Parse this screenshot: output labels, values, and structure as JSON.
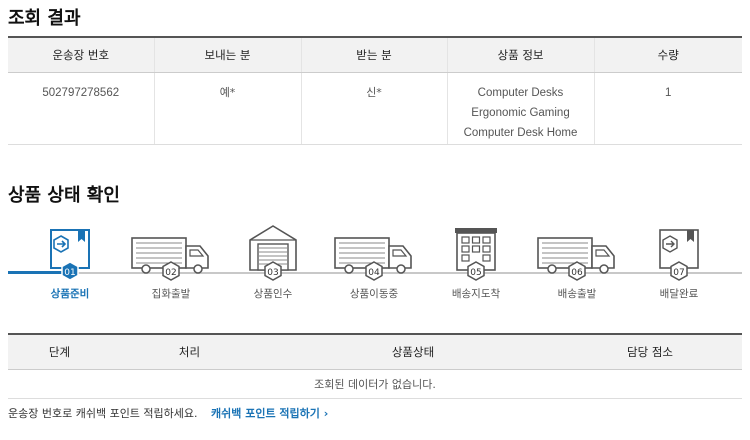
{
  "result": {
    "title": "조회 결과",
    "headers": [
      "운송장 번호",
      "보내는 분",
      "받는 분",
      "상품 정보",
      "수량"
    ],
    "row": {
      "tracking_no": "502797278562",
      "sender": "예*",
      "receiver": "신*",
      "product_lines": [
        "Computer Desks",
        "Ergonomic Gaming",
        "Computer Desk Home"
      ],
      "quantity": "1"
    }
  },
  "status_check": {
    "title": "상품 상태 확인",
    "steps": [
      {
        "num": "01",
        "label": "상품준비",
        "icon": "box-arrow-icon",
        "active": true
      },
      {
        "num": "02",
        "label": "집화출발",
        "icon": "truck-icon",
        "active": false
      },
      {
        "num": "03",
        "label": "상품인수",
        "icon": "warehouse-icon",
        "active": false
      },
      {
        "num": "04",
        "label": "상품이동중",
        "icon": "truck-icon",
        "active": false
      },
      {
        "num": "05",
        "label": "배송지도착",
        "icon": "building-icon",
        "active": false
      },
      {
        "num": "06",
        "label": "배송출발",
        "icon": "truck-icon",
        "active": false
      },
      {
        "num": "07",
        "label": "배달완료",
        "icon": "box-arrow-icon",
        "active": false
      }
    ]
  },
  "status_table": {
    "headers": [
      "단계",
      "처리",
      "상품상태",
      "담당 점소"
    ],
    "empty_message": "조회된 데이터가 없습니다."
  },
  "footer": {
    "text": "운송장 번호로 캐쉬백 포인트 적립하세요.",
    "link": "캐쉬백 포인트 적립하기",
    "link_arrow": "›"
  },
  "colors": {
    "accent": "#1a73b5",
    "inactive": "#555555"
  }
}
